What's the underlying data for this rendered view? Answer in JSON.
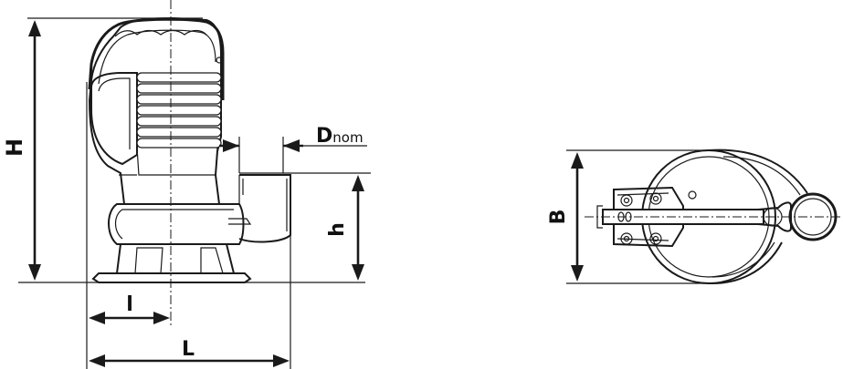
{
  "labels": {
    "H": "H",
    "h": "h",
    "D": "D",
    "D_sub": "nom",
    "l": "l",
    "L": "L",
    "B": "B"
  }
}
